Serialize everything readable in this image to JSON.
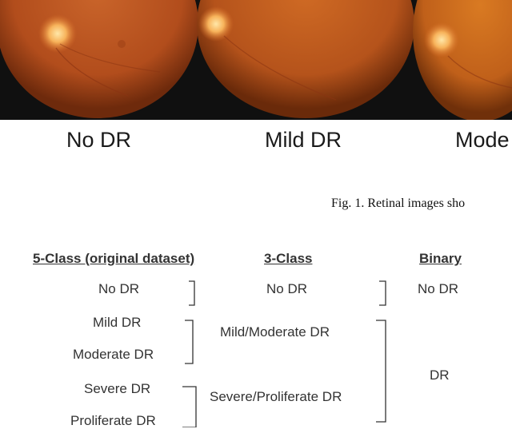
{
  "figure": {
    "images": [
      {
        "label": "No DR"
      },
      {
        "label": "Mild DR"
      },
      {
        "label": "Mode"
      }
    ],
    "caption": "Fig. 1.  Retinal images sho"
  },
  "diagram": {
    "headers": {
      "five_class": "5-Class (original dataset)",
      "three_class": "3-Class",
      "binary": "Binary"
    },
    "five_class": [
      "No DR",
      "Mild DR",
      "Moderate DR",
      "Severe DR",
      "Proliferate DR"
    ],
    "three_class": [
      "No DR",
      "Mild/Moderate DR",
      "Severe/Proliferate DR"
    ],
    "binary": [
      "No DR",
      "DR"
    ]
  }
}
